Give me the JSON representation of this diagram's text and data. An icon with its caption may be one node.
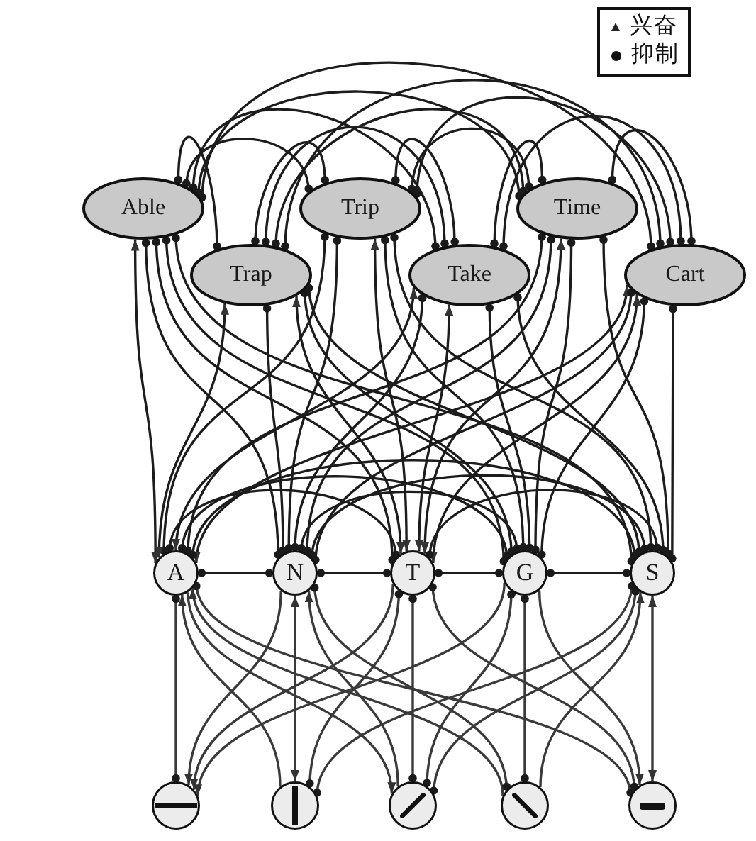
{
  "diagram": {
    "nodes": [
      {
        "text": [
          "Able"
        ]
      },
      {
        "text": [
          "Trip"
        ]
      },
      {
        "text": [
          "Time"
        ]
      },
      {
        "text": [
          "Trap"
        ]
      },
      {
        "text": [
          "Take"
        ]
      },
      {
        "text": [
          "Cart"
        ]
      },
      {
        "text": [
          "A"
        ]
      },
      {
        "text": [
          "N"
        ]
      },
      {
        "text": [
          "T"
        ]
      },
      {
        "text": [
          "G"
        ]
      },
      {
        "text": [
          "S"
        ]
      },
      {
        "text": [],
        "shape": "circle"
      },
      {
        "text": [],
        "shape": "circle"
      },
      {
        "text": [],
        "shape": "circle"
      },
      {
        "text": [],
        "shape": "circle"
      },
      {
        "text": [],
        "shape": "circle"
      }
    ],
    "edges": [
      {
        "from": 0,
        "to": 1,
        "arrow": "other"
      },
      {
        "from": 0,
        "to": 2,
        "arrow": "other"
      },
      {
        "from": 0,
        "to": 3,
        "arrow": "other"
      },
      {
        "from": 0,
        "to": 4,
        "arrow": "other"
      },
      {
        "from": 0,
        "to": 5,
        "arrow": "other"
      },
      {
        "from": 1,
        "to": 2,
        "arrow": "other"
      },
      {
        "from": 1,
        "to": 3,
        "arrow": "other"
      },
      {
        "from": 1,
        "to": 4,
        "arrow": "other"
      },
      {
        "from": 1,
        "to": 5,
        "arrow": "other"
      },
      {
        "from": 2,
        "to": 3,
        "arrow": "other"
      },
      {
        "from": 2,
        "to": 4,
        "arrow": "other"
      },
      {
        "from": 2,
        "to": 5,
        "arrow": "other"
      },
      {
        "from": 3,
        "to": 4,
        "arrow": "other"
      },
      {
        "from": 3,
        "to": 5,
        "arrow": "other"
      },
      {
        "from": 4,
        "to": 5,
        "arrow": "other"
      },
      {
        "from": 6,
        "to": 0,
        "arrow": "both"
      },
      {
        "from": 0,
        "to": 7,
        "arrow": "other"
      },
      {
        "from": 0,
        "to": 8,
        "arrow": "other"
      },
      {
        "from": 0,
        "to": 9,
        "arrow": "other"
      },
      {
        "from": 0,
        "to": 10,
        "arrow": "other"
      },
      {
        "from": 1,
        "to": 6,
        "arrow": "other"
      },
      {
        "from": 1,
        "to": 7,
        "arrow": "other"
      },
      {
        "from": 8,
        "to": 1,
        "arrow": "both"
      },
      {
        "from": 1,
        "to": 9,
        "arrow": "other"
      },
      {
        "from": 1,
        "to": 10,
        "arrow": "other"
      },
      {
        "from": 2,
        "to": 6,
        "arrow": "other"
      },
      {
        "from": 2,
        "to": 7,
        "arrow": "other"
      },
      {
        "from": 8,
        "to": 2,
        "arrow": "both"
      },
      {
        "from": 2,
        "to": 9,
        "arrow": "other"
      },
      {
        "from": 2,
        "to": 10,
        "arrow": "other"
      },
      {
        "from": 6,
        "to": 3,
        "arrow": "both"
      },
      {
        "from": 3,
        "to": 7,
        "arrow": "other"
      },
      {
        "from": 8,
        "to": 3,
        "arrow": "both"
      },
      {
        "from": 3,
        "to": 9,
        "arrow": "other"
      },
      {
        "from": 3,
        "to": 10,
        "arrow": "other"
      },
      {
        "from": 6,
        "to": 4,
        "arrow": "both"
      },
      {
        "from": 4,
        "to": 7,
        "arrow": "other"
      },
      {
        "from": 8,
        "to": 4,
        "arrow": "both"
      },
      {
        "from": 4,
        "to": 9,
        "arrow": "other"
      },
      {
        "from": 4,
        "to": 10,
        "arrow": "other"
      },
      {
        "from": 6,
        "to": 5,
        "arrow": "both"
      },
      {
        "from": 5,
        "to": 7,
        "arrow": "other"
      },
      {
        "from": 8,
        "to": 5,
        "arrow": "both"
      },
      {
        "from": 5,
        "to": 9,
        "arrow": "other"
      },
      {
        "from": 5,
        "to": 10,
        "arrow": "other"
      },
      {
        "from": 6,
        "to": 7,
        "arrow": "other"
      },
      {
        "from": 6,
        "to": 8,
        "arrow": "other"
      },
      {
        "from": 6,
        "to": 9,
        "arrow": "other"
      },
      {
        "from": 6,
        "to": 10,
        "arrow": "other"
      },
      {
        "from": 7,
        "to": 8,
        "arrow": "other"
      },
      {
        "from": 7,
        "to": 9,
        "arrow": "other"
      },
      {
        "from": 7,
        "to": 10,
        "arrow": "other"
      },
      {
        "from": 8,
        "to": 9,
        "arrow": "other"
      },
      {
        "from": 8,
        "to": 10,
        "arrow": "other"
      },
      {
        "from": 9,
        "to": 10,
        "arrow": "other"
      },
      {
        "from": 6,
        "to": 11,
        "arrow": "other"
      },
      {
        "from": 7,
        "to": 12,
        "arrow": "both"
      },
      {
        "from": 8,
        "to": 13,
        "arrow": "other"
      },
      {
        "from": 9,
        "to": 14,
        "arrow": "other"
      },
      {
        "from": 10,
        "to": 15,
        "arrow": "both"
      },
      {
        "from": 7,
        "to": 11,
        "arrow": "to"
      },
      {
        "from": 14,
        "to": 6,
        "arrow": "to"
      },
      {
        "from": 6,
        "to": 15,
        "arrow": "other"
      },
      {
        "from": 6,
        "to": 13,
        "arrow": "to"
      },
      {
        "from": 7,
        "to": 14,
        "arrow": "other"
      },
      {
        "from": 8,
        "to": 11,
        "arrow": "to"
      },
      {
        "from": 8,
        "to": 12,
        "arrow": "other"
      },
      {
        "from": 8,
        "to": 15,
        "arrow": "other"
      },
      {
        "from": 9,
        "to": 11,
        "arrow": "to"
      },
      {
        "from": 9,
        "to": 13,
        "arrow": "other"
      },
      {
        "from": 9,
        "to": 15,
        "arrow": "to"
      },
      {
        "from": 10,
        "to": 12,
        "arrow": "other"
      },
      {
        "from": 10,
        "to": 13,
        "arrow": "other"
      },
      {
        "from": 14,
        "to": 10,
        "arrow": "to"
      },
      {
        "from": 12,
        "to": 6,
        "arrow": "to"
      },
      {
        "from": 13,
        "to": 7,
        "arrow": "to"
      }
    ],
    "legend": [
      {
        "text": "兴奋"
      },
      {
        "text": "抑制"
      }
    ]
  }
}
